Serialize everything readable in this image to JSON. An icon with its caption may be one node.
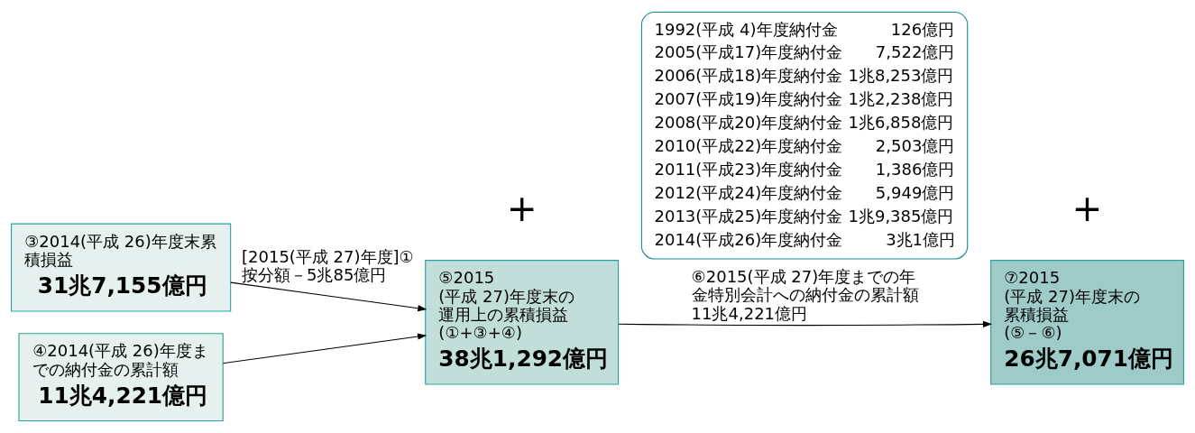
{
  "diagram": {
    "nodes": [
      {
        "text": [
          "③2014(平成 26)年度末累積損益",
          "31兆7,155億円"
        ]
      },
      {
        "text": [
          "④2014(平成 26)年度までの納付金の累計額",
          "11兆4,221億円"
        ]
      },
      {
        "text": [
          "⑤2015 (平成 27)年度末の運用上の累積損益 (①+③+④)",
          "38兆1,292億円"
        ]
      },
      {
        "text": [
          "1992(平成 4)年度納付金",
          "126億円",
          "2005(平成17)年度納付金",
          "7,522億円",
          "2006(平成18)年度納付金",
          "1兆8,253億円",
          "2007(平成19)年度納付金",
          "1兆2,238億円",
          "2008(平成20)年度納付金",
          "1兆6,858億円",
          "2010(平成22)年度納付金",
          "2,503億円",
          "2011(平成23)年度納付金",
          "1,386億円",
          "2012(平成24)年度納付金",
          "5,949億円",
          "2013(平成25)年度納付金",
          "1兆9,385億円",
          "2014(平成26)年度納付金",
          "3兆1億円"
        ]
      },
      {
        "text": [
          "⑦2015 (平成 27)年度末の累積損益 (⑤－⑥)",
          "26兆7,071億円"
        ]
      }
    ],
    "edges": [
      {
        "from": 0,
        "to": 2,
        "arrow": "to",
        "label": "[2015(平成 27)年度]①按分額－5兆85億円"
      },
      {
        "from": 1,
        "to": 2,
        "arrow": "to"
      },
      {
        "from": 2,
        "to": 4,
        "arrow": "to",
        "label": "⑥2015(平成 27)年度までの年金特別会計への納付金の累計額 11兆4,221億円"
      }
    ],
    "labels": [
      "+",
      "+"
    ]
  }
}
